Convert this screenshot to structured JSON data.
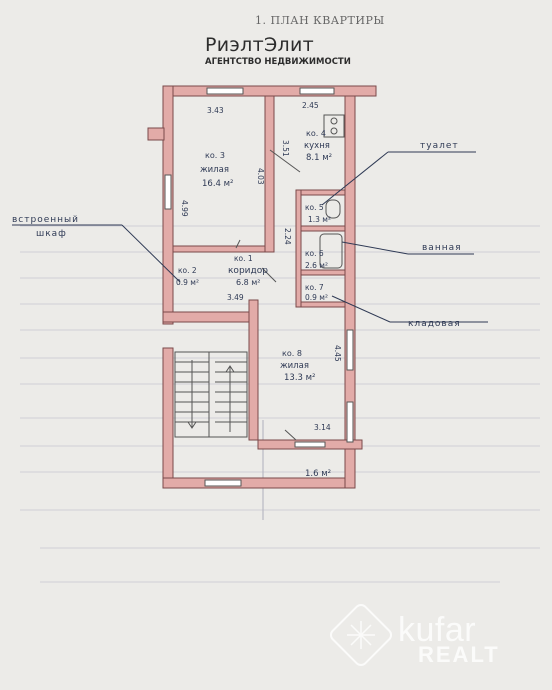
{
  "document": {
    "title": "1. ПЛАН КВАРТИРЫ",
    "agency_name": "РиэлтЭлит",
    "agency_tagline": "АГЕНТСТВО НЕДВИЖИМОСТИ"
  },
  "rooms": {
    "r1_label": "ко. 1",
    "r1_name": "коридор",
    "r1_area": "6.8 м²",
    "r2_label": "ко. 2",
    "r2_area": "0.9 м²",
    "r3_label": "ко. 3",
    "r3_name": "жилая",
    "r3_area": "16.4 м²",
    "r4_label": "ко. 4",
    "r4_name": "кухня",
    "r4_area": "8.1 м²",
    "r5_label": "ко. 5",
    "r5_area": "1.3 м²",
    "r6_label": "ко. 6",
    "r6_area": "2.6 м²",
    "r7_label": "ко. 7",
    "r7_area": "0.9 м²",
    "r8_label": "ко. 8",
    "r8_name": "жилая",
    "r8_area": "13.3 м²",
    "balcony_area": "1.6 м²"
  },
  "dimensions": {
    "d_top_left": "3.43",
    "d_top_right": "2.45",
    "d_kitchen_side": "3.51",
    "d_room_left": "4.99",
    "d_room_inner": "4.03",
    "d_bath_side": "2.24",
    "d_corridor": "3.49",
    "d_room8_side": "4.45",
    "d_balcony_top": "3.14"
  },
  "callouts": {
    "toilet": "туалет",
    "bathroom": "ванная",
    "storage": "кладовая",
    "wardrobe_line1": "встроенный",
    "wardrobe_line2": "шкаф"
  },
  "watermark": {
    "brand": "kufar",
    "sub": "REALT"
  },
  "colors": {
    "wall": "#e2aba8",
    "wall_stroke": "#7a4a4a",
    "ink": "#2f3a55",
    "paper": "#ecebe8"
  }
}
